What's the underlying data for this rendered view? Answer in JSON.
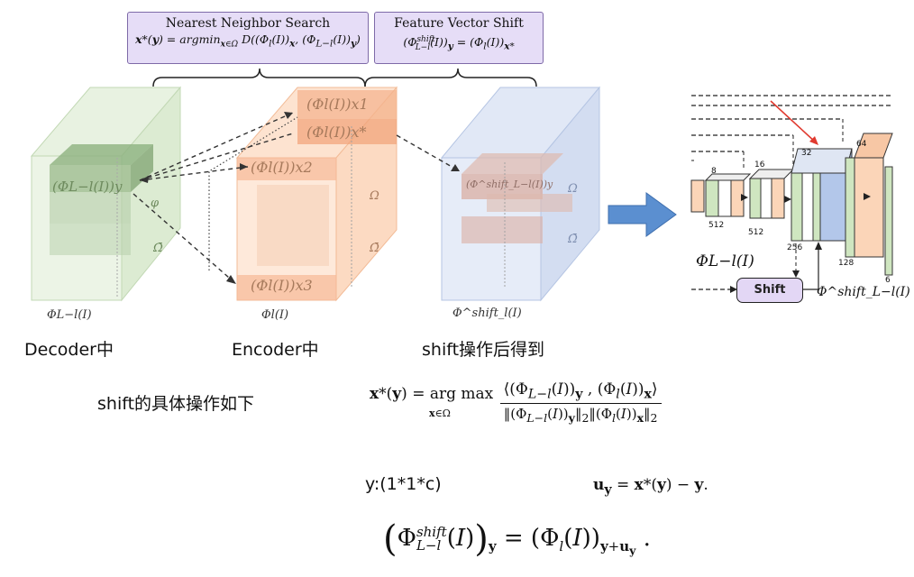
{
  "top_boxes": {
    "nn_search": {
      "title": "Nearest Neighbor Search",
      "formula": "x*(y) = argmin_{x∈Ω} D((Φl(I))x, (ΦL−l(I))y)"
    },
    "fv_shift": {
      "title": "Feature Vector Shift",
      "formula": "(Φ^{shift}_{L−l}(I))y = (Φl(I))x*"
    }
  },
  "cubes": {
    "decoder": {
      "label": "ΦL−l(I)",
      "inner": "(ΦL−l(I))y",
      "omega_bar": "Ω̄",
      "phi": "φ",
      "caption": "Decoder中"
    },
    "encoder": {
      "label": "Φl(I)",
      "inner_x1": "(Φl(I))x1",
      "inner_xstar": "(Φl(I))x*",
      "inner_x2": "(Φl(I))x2",
      "inner_x3": "(Φl(I))x3",
      "omega": "Ω",
      "omega_bar": "Ω̄",
      "caption": "Encoder中"
    },
    "shift": {
      "label": "Φ^shift_l(I)",
      "inner": "(Φ^shift_L−l(I))y",
      "omega": "Ω",
      "omega_bar": "Ω̄",
      "caption": "shift操作后得到"
    }
  },
  "network": {
    "nums": {
      "n8": "8",
      "n16": "16",
      "n32": "32",
      "n64": "64",
      "n512a": "512",
      "n512b": "512",
      "n256": "256",
      "n128": "128",
      "n6": "6"
    },
    "phi_label": "ΦL−l(I)",
    "shift_button": "Shift",
    "phi_shift_label": "Φ^shift_L−l(I)"
  },
  "text": {
    "shift_desc": "shift的具体操作如下",
    "eq_argmax": "x*(y) = arg max_{x∈Ω} ⟨(ΦL−l(I))y , (Φl(I))x⟩ / ‖(ΦL−l(I))y‖₂‖(Φl(I))x‖₂",
    "y_dim": "y:(1*1*c)",
    "eq_u": "uy = x*(y) − y.",
    "eq_final": "(Φ^shift_L−l(I))y = (Φl(I))y+uy ."
  },
  "colors": {
    "green": "#d7ebcc",
    "orange": "#fbd5b8",
    "blue": "#d4dff2",
    "purple": "#e6ddf7",
    "arrow_blue": "#5b8fd0"
  }
}
